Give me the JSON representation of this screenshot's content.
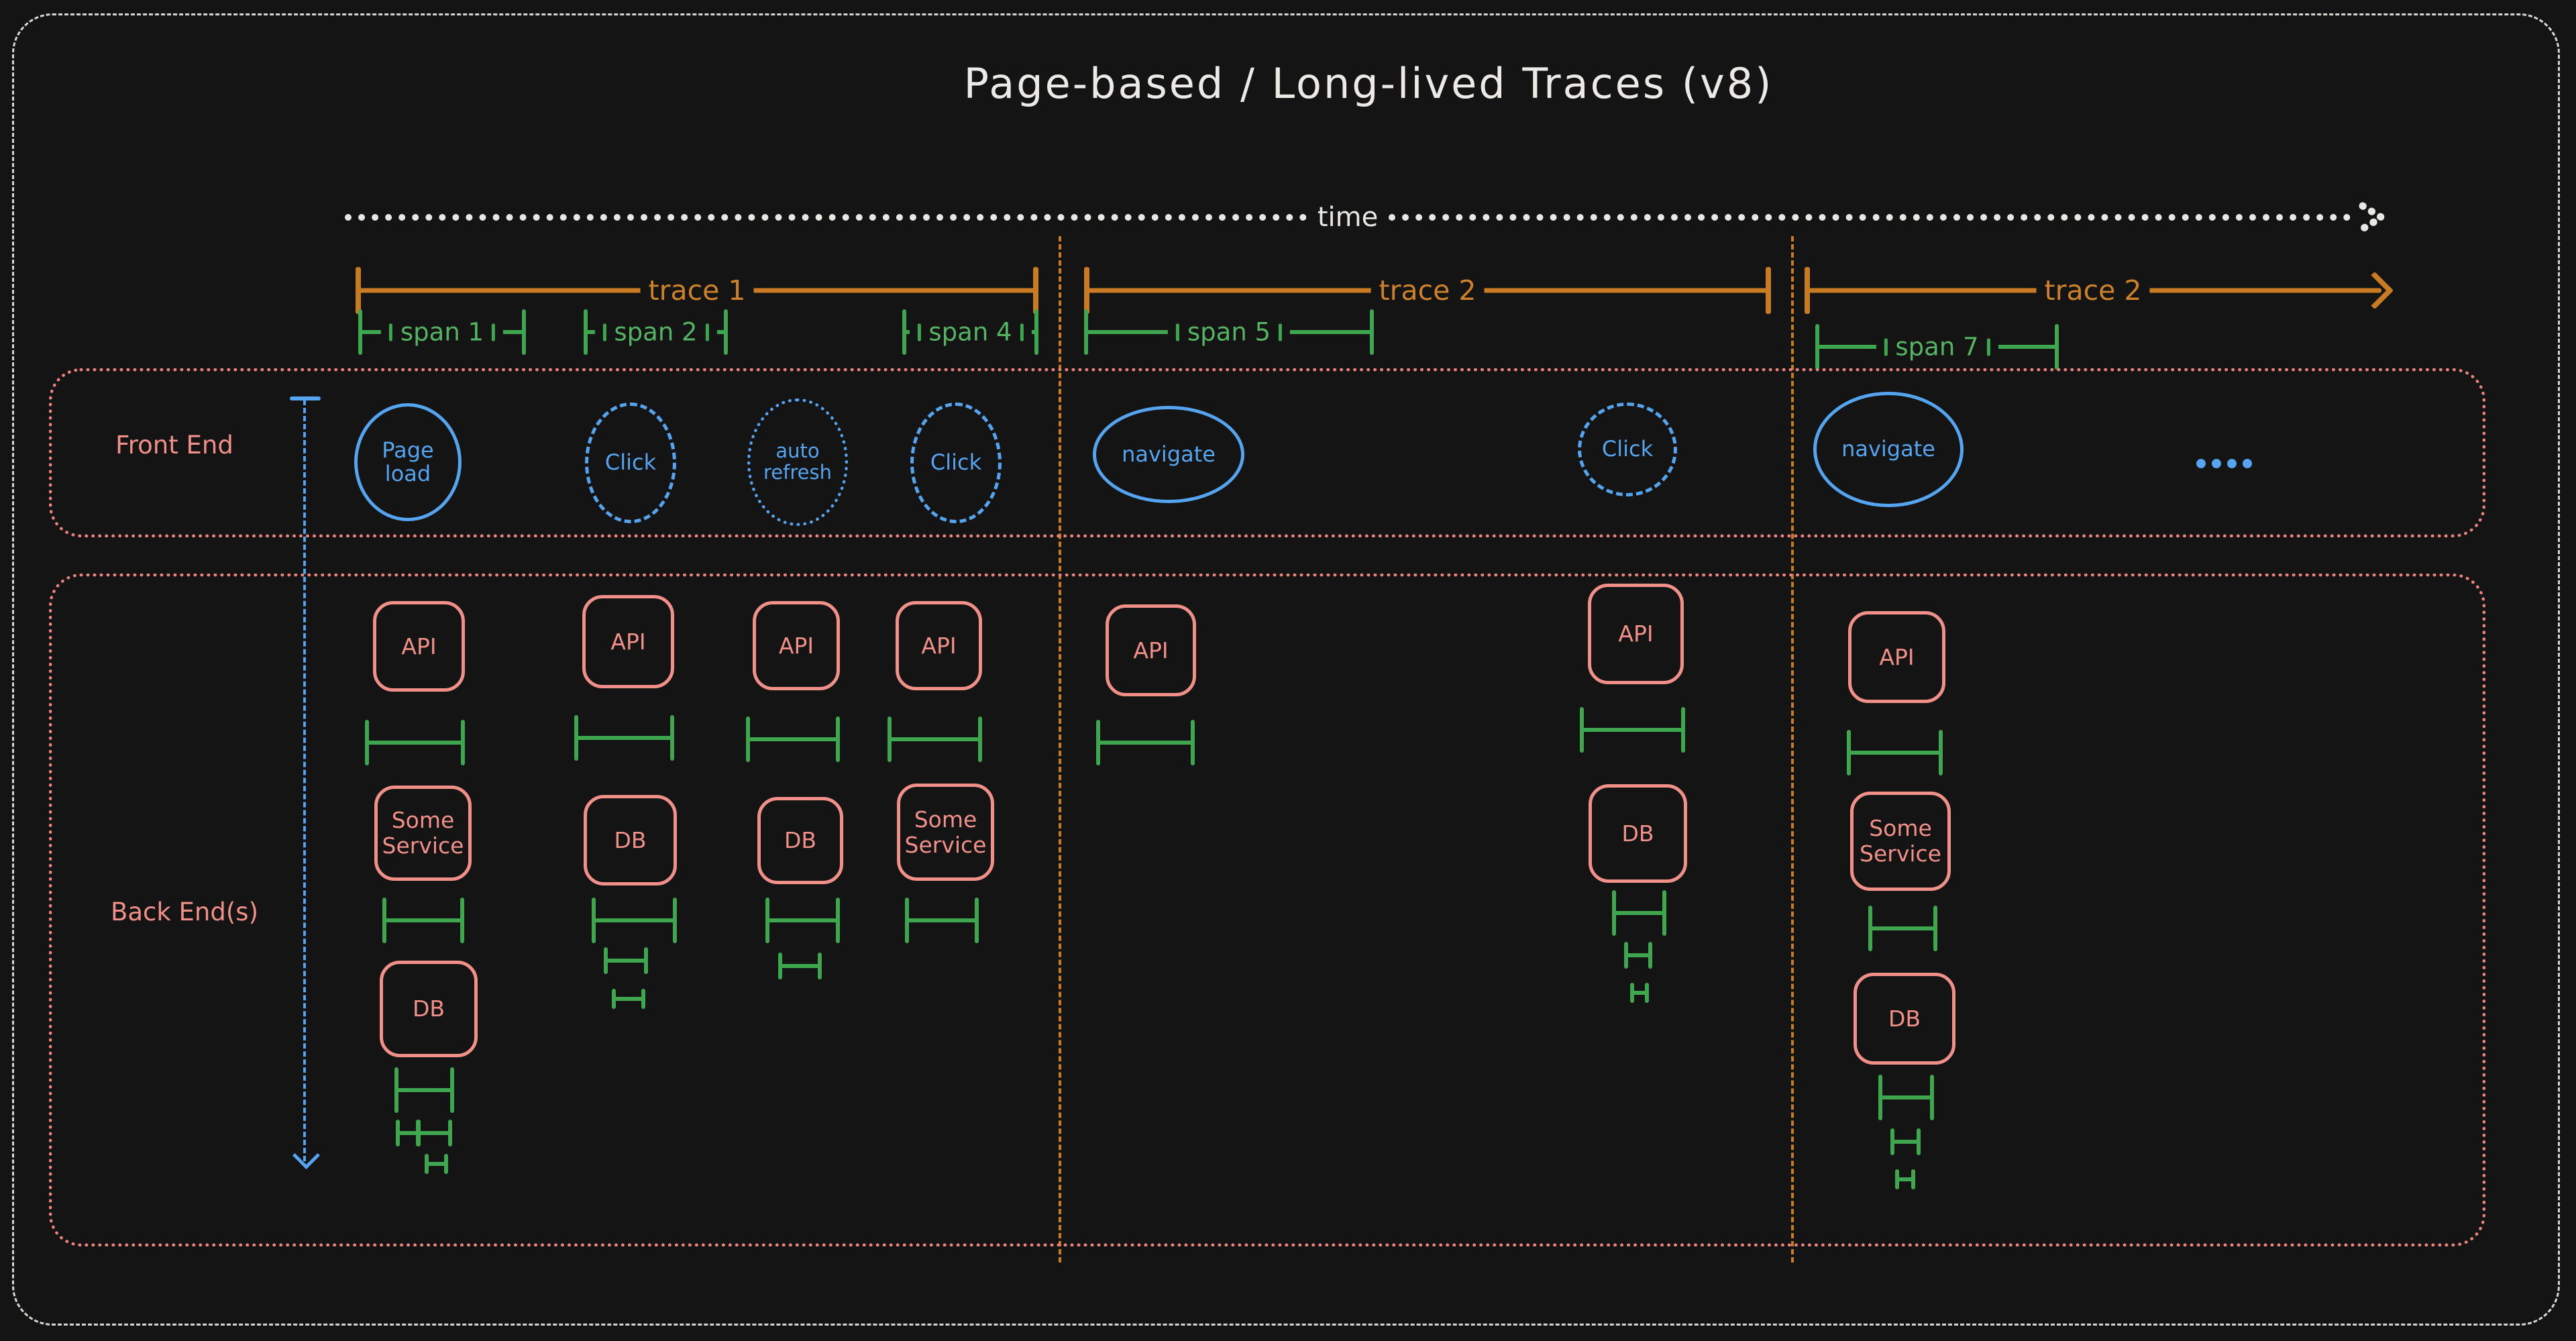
{
  "title": "Page-based / Long-lived Traces (v8)",
  "timeline": {
    "label": "time"
  },
  "traces": [
    {
      "label": "trace 1"
    },
    {
      "label": "trace 2"
    },
    {
      "label": "trace 2"
    }
  ],
  "spans": [
    {
      "label": "span 1"
    },
    {
      "label": "span 2"
    },
    {
      "label": "span 4"
    },
    {
      "label": "span 5"
    },
    {
      "label": "span 7"
    }
  ],
  "lanes": {
    "front_end": "Front End",
    "back_end": "Back End(s)"
  },
  "front_end_events": [
    {
      "label": "Page load",
      "border": "solid"
    },
    {
      "label": "Click",
      "border": "dashed"
    },
    {
      "label": "auto refresh",
      "border": "dotted"
    },
    {
      "label": "Click",
      "border": "dashed"
    },
    {
      "label": "navigate",
      "border": "solid"
    },
    {
      "label": "Click",
      "border": "dashed"
    },
    {
      "label": "navigate",
      "border": "solid"
    }
  ],
  "continuation_dots": "....",
  "back_end": {
    "columns": [
      {
        "nodes": [
          "API",
          "Some Service",
          "DB"
        ]
      },
      {
        "nodes": [
          "API",
          "DB"
        ]
      },
      {
        "nodes": [
          "API",
          "DB"
        ]
      },
      {
        "nodes": [
          "API",
          "Some Service"
        ]
      },
      {
        "nodes": [
          "API"
        ]
      },
      {
        "nodes": [
          "API",
          "DB"
        ]
      },
      {
        "nodes": [
          "API",
          "Some Service",
          "DB"
        ]
      }
    ]
  },
  "colors": {
    "background": "#141414",
    "foreground": "#e9e7e3",
    "trace_orange": "#c87b23",
    "span_green": "#3ea64f",
    "event_blue": "#54a4f0",
    "service_salmon": "#f19089"
  }
}
